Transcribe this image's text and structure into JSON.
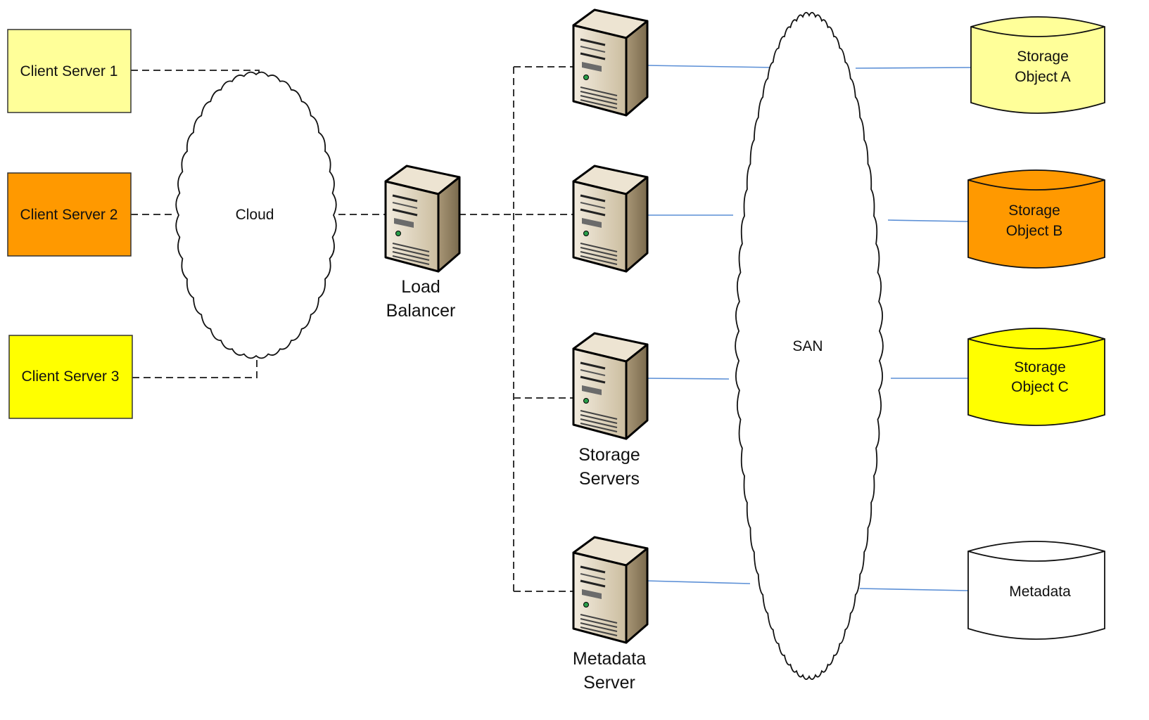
{
  "diagram": {
    "clients": [
      {
        "label": "Client Server 1",
        "fill": "#ffff99"
      },
      {
        "label": "Client Server 2",
        "fill": "#ff9900"
      },
      {
        "label": "Client Server 3",
        "fill": "#ffff00"
      }
    ],
    "cloud_label": "Cloud",
    "load_balancer": {
      "line1": "Load",
      "line2": "Balancer"
    },
    "storage_servers": {
      "line1": "Storage",
      "line2": "Servers"
    },
    "metadata_server": {
      "line1": "Metadata",
      "line2": "Server"
    },
    "san_label": "SAN",
    "storage_objects": [
      {
        "line1": "Storage",
        "line2": "Object A",
        "fill": "#ffff99"
      },
      {
        "line1": "Storage",
        "line2": "Object B",
        "fill": "#ff9900"
      },
      {
        "line1": "Storage",
        "line2": "Object C",
        "fill": "#ffff00"
      }
    ],
    "metadata_store": {
      "label": "Metadata",
      "fill": "#ffffff"
    },
    "colors": {
      "dashed_link": "#333333",
      "san_link": "#5b8fd6",
      "server_front": "#c9b99b",
      "server_side": "#8c7b5d",
      "server_top": "#e8ddc8"
    }
  }
}
